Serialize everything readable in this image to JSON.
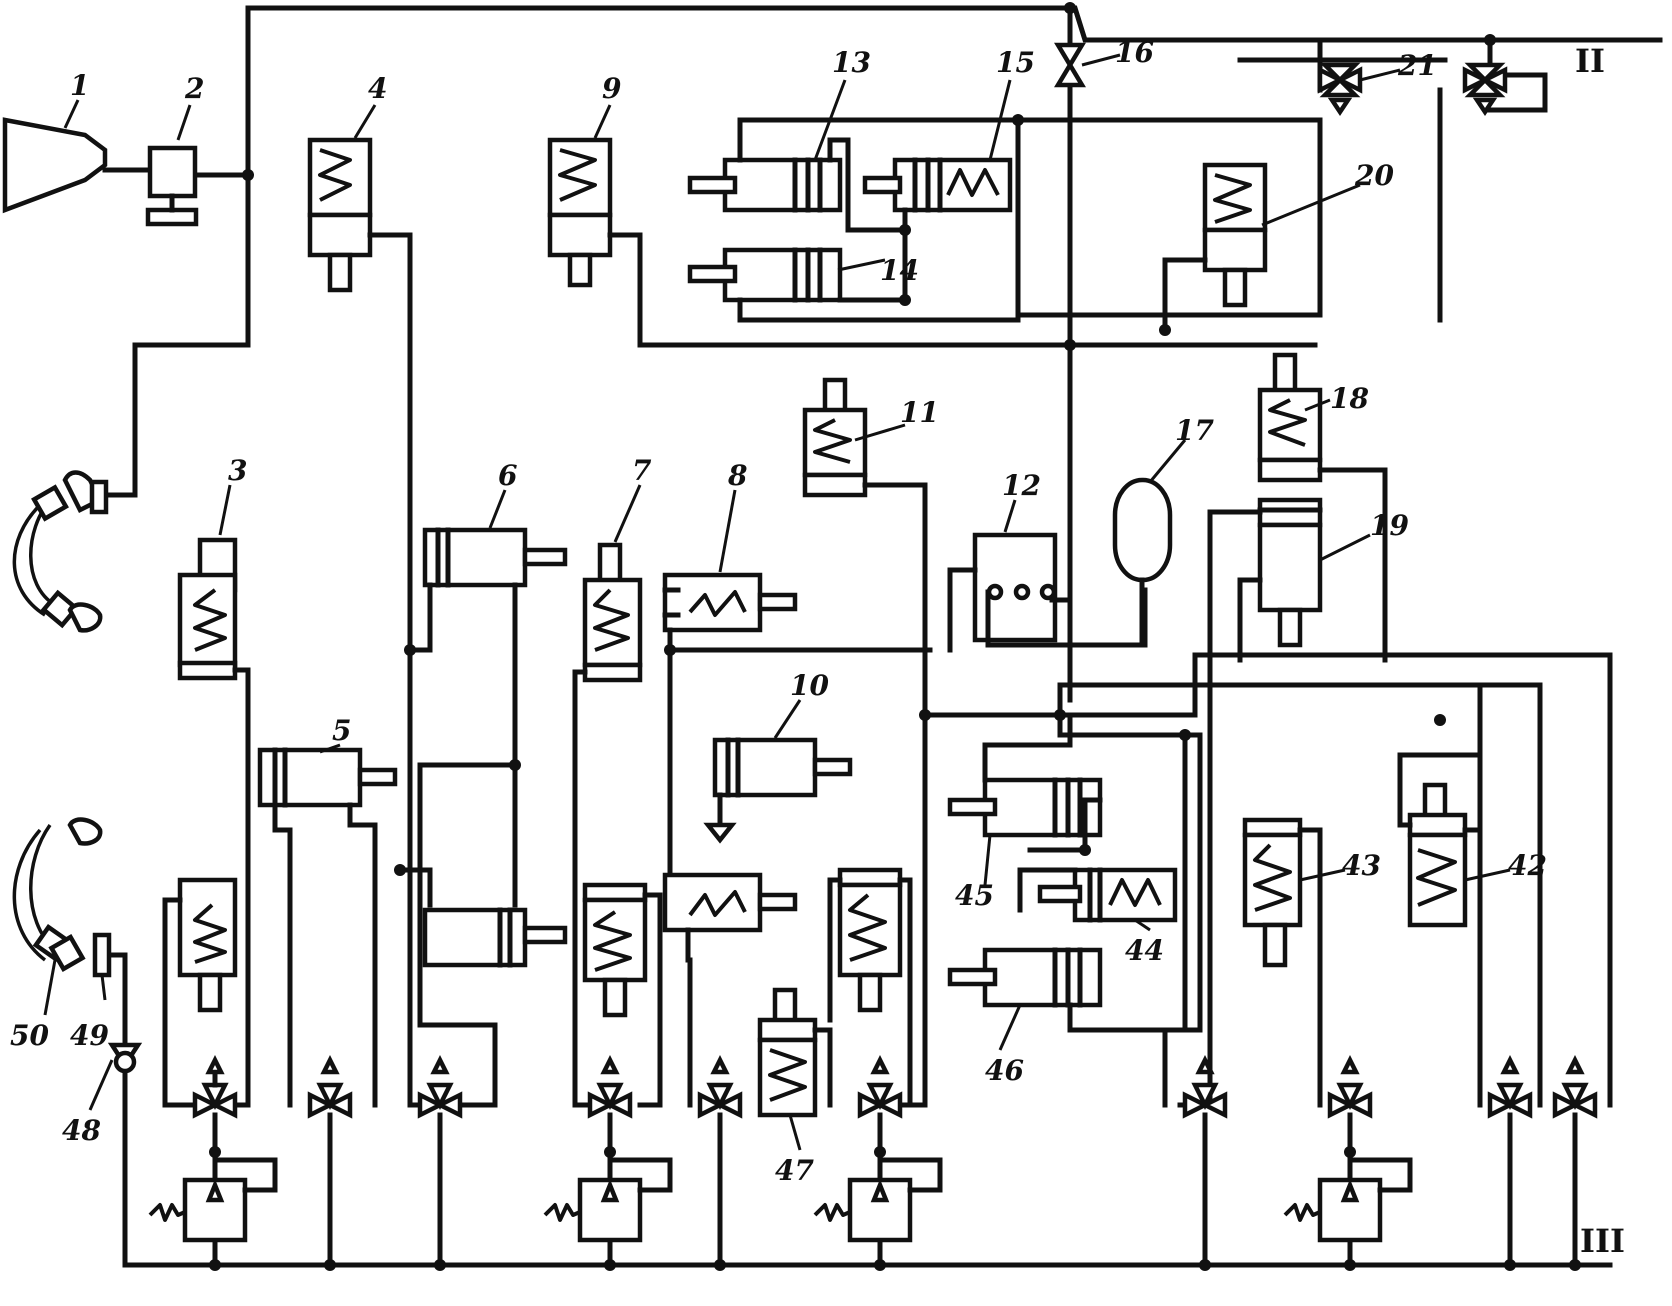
{
  "diagram": {
    "component_numbers": [
      "1",
      "2",
      "3",
      "4",
      "5",
      "6",
      "7",
      "8",
      "9",
      "10",
      "11",
      "12",
      "13",
      "14",
      "15",
      "16",
      "17",
      "18",
      "19",
      "20",
      "21",
      "42",
      "43",
      "44",
      "45",
      "46",
      "47",
      "48",
      "49",
      "50"
    ],
    "line_labels": [
      "II",
      "III"
    ]
  }
}
